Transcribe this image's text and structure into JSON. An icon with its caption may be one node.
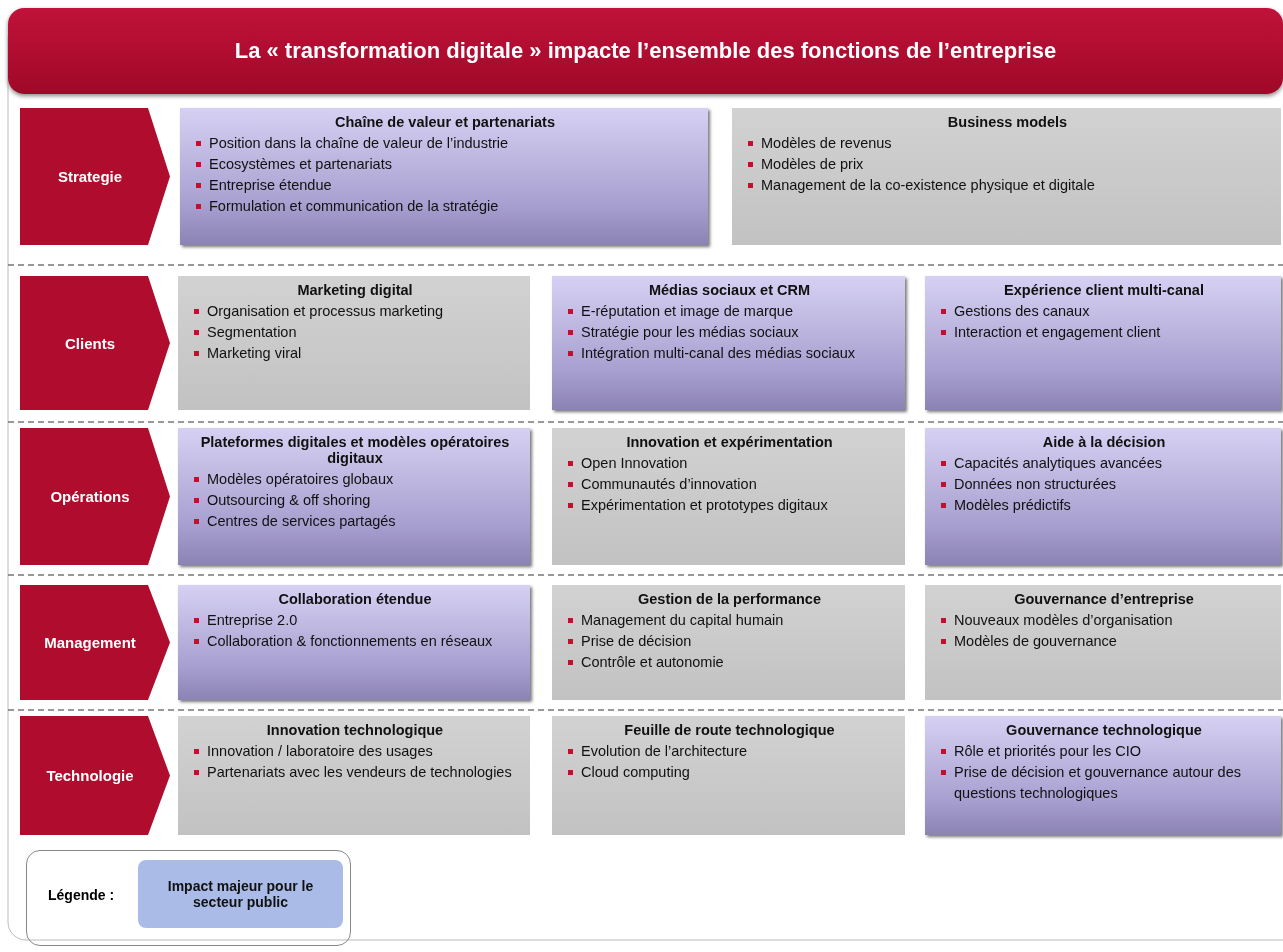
{
  "diagram": {
    "title": "La « transformation digitale » impacte l’ensemble des fonctions de l’entreprise",
    "nodes": [
      {
        "text": [
          "Strategie"
        ]
      },
      {
        "text": [
          "Chaîne de valeur et partenariats",
          "Position dans la chaîne de valeur de l’industrie",
          "Ecosystèmes et partenariats",
          "Entreprise étendue",
          "Formulation et communication de la stratégie"
        ]
      },
      {
        "text": [
          "Business models",
          "Modèles de revenus",
          "Modèles de prix",
          "Management de la co-existence physique et digitale"
        ]
      },
      {
        "text": [
          "Clients"
        ]
      },
      {
        "text": [
          "Marketing digital",
          "Organisation et processus marketing",
          "Segmentation",
          "Marketing viral"
        ]
      },
      {
        "text": [
          "Médias sociaux et CRM",
          "E-réputation et image de marque",
          "Stratégie pour les médias sociaux",
          "Intégration multi-canal des médias sociaux"
        ]
      },
      {
        "text": [
          "Expérience client multi-canal",
          "Gestions des canaux",
          "Interaction et engagement client"
        ]
      },
      {
        "text": [
          "Opérations"
        ]
      },
      {
        "text": [
          "Plateformes digitales et modèles opératoires digitaux",
          "Modèles opératoires globaux",
          "Outsourcing & off shoring",
          "Centres de services partagés"
        ]
      },
      {
        "text": [
          "Innovation et expérimentation",
          "Open Innovation",
          "Communautés d’innovation",
          "Expérimentation et prototypes digitaux"
        ]
      },
      {
        "text": [
          "Aide à la décision",
          "Capacités analytiques avancées",
          "Données non structurées",
          "Modèles prédictifs"
        ]
      },
      {
        "text": [
          "Management"
        ]
      },
      {
        "text": [
          "Collaboration étendue",
          "Entreprise 2.0",
          "Collaboration & fonctionnements en réseaux"
        ]
      },
      {
        "text": [
          "Gestion de la performance",
          "Management du capital humain",
          "Prise de décision",
          "Contrôle et autonomie"
        ]
      },
      {
        "text": [
          "Gouvernance d’entreprise",
          "Nouveaux modèles d’organisation",
          "Modèles de gouvernance"
        ]
      },
      {
        "text": [
          "Technologie"
        ]
      },
      {
        "text": [
          "Innovation technologique",
          "Innovation / laboratoire des usages",
          "Partenariats avec les vendeurs de technologies"
        ]
      },
      {
        "text": [
          "Feuille de route technologique",
          "Evolution de l’architecture",
          "Cloud computing"
        ]
      },
      {
        "text": [
          "Gouvernance technologique",
          "Rôle et priorités pour les CIO",
          "Prise de décision et gouvernance autour des questions technologiques"
        ]
      }
    ],
    "labels": [
      "Légende :"
    ],
    "legend": [
      {
        "text": "Impact majeur pour le secteur public",
        "color": "#a9bbe6"
      }
    ]
  }
}
